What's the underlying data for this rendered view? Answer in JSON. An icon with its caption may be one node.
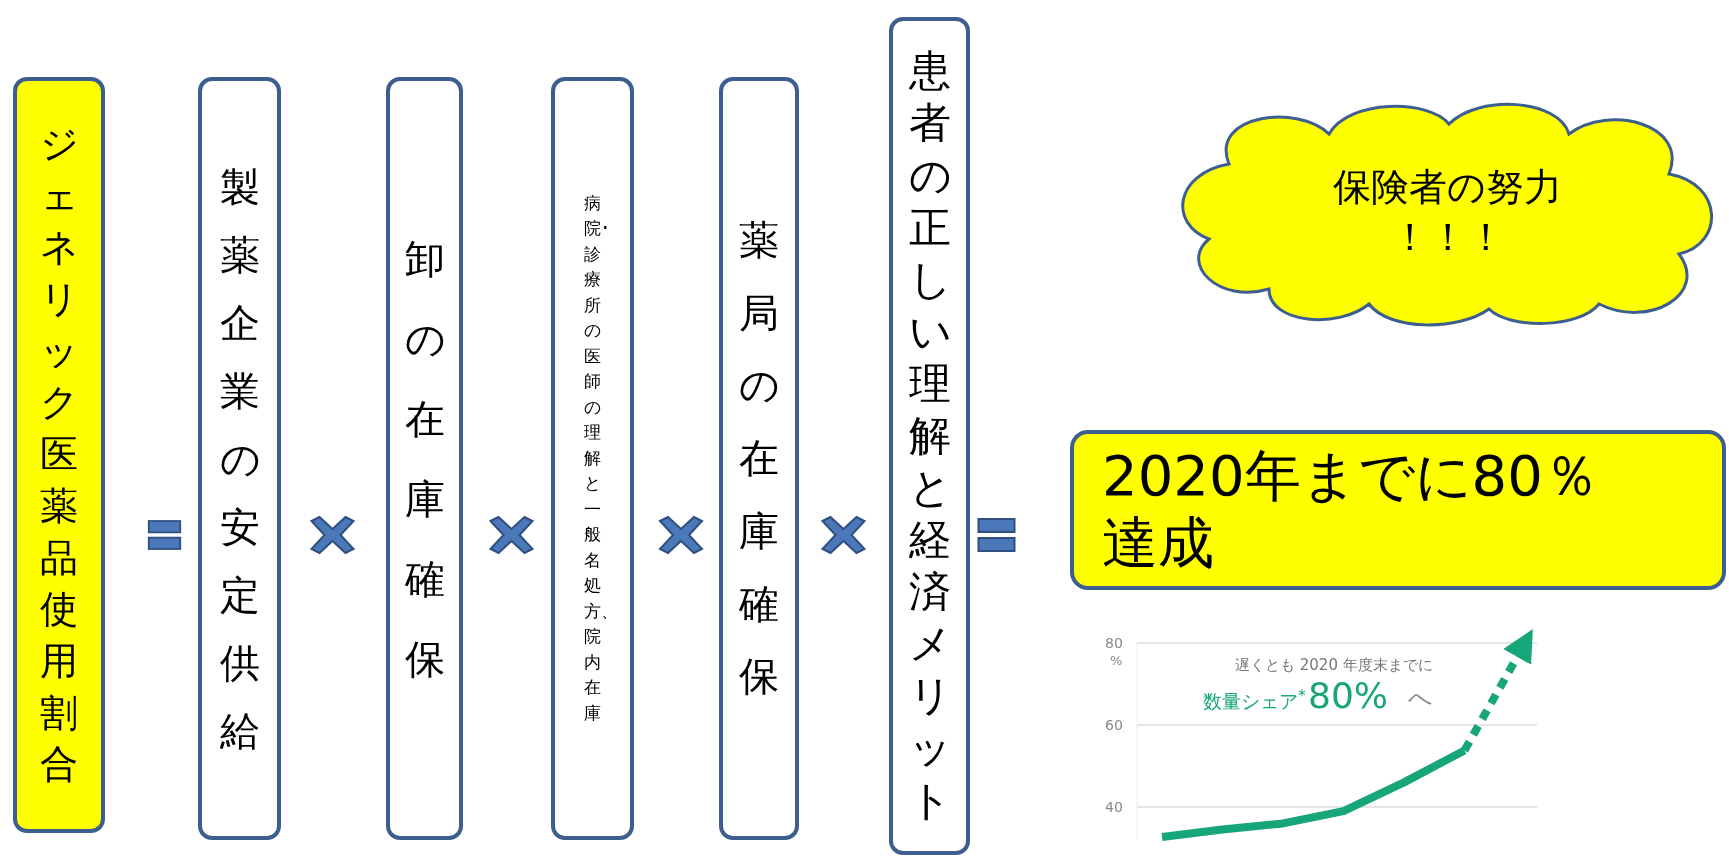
{
  "diagram": {
    "nodes": [
      {
        "text": [
          "ジェネリック医薬品使用割合"
        ]
      },
      {
        "text": [
          "製薬企業の安定供給"
        ]
      },
      {
        "text": [
          "卸の在庫確保"
        ]
      },
      {
        "text": [
          "病院･診療所の医師の理解と一般名処方、院内在庫"
        ]
      },
      {
        "text": [
          "薬局の在庫確保"
        ]
      },
      {
        "text": [
          "患者の正しい理解と経済メリット"
        ]
      },
      {
        "text": [
          "保険者の努力",
          "！！！"
        ]
      },
      {
        "text": [
          "2020年までに80％達成"
        ]
      }
    ],
    "chart_data": {
      "type": "line",
      "ylabel": "%",
      "ylim": [
        32,
        80
      ],
      "yticks": [
        40,
        60,
        80
      ],
      "series": [
        {
          "color": "#17a57a",
          "values": [
            32.7,
            34.5,
            36,
            39,
            46,
            53.8,
            null
          ]
        },
        {
          "color": "#17a57a",
          "line_style": "dashed",
          "values": [
            null,
            null,
            null,
            null,
            null,
            53.8,
            80
          ]
        }
      ],
      "annotations": [
        "遅くとも 2020 年度末までに",
        "数量シェア$^{*}$",
        "80%",
        "へ"
      ]
    }
  }
}
